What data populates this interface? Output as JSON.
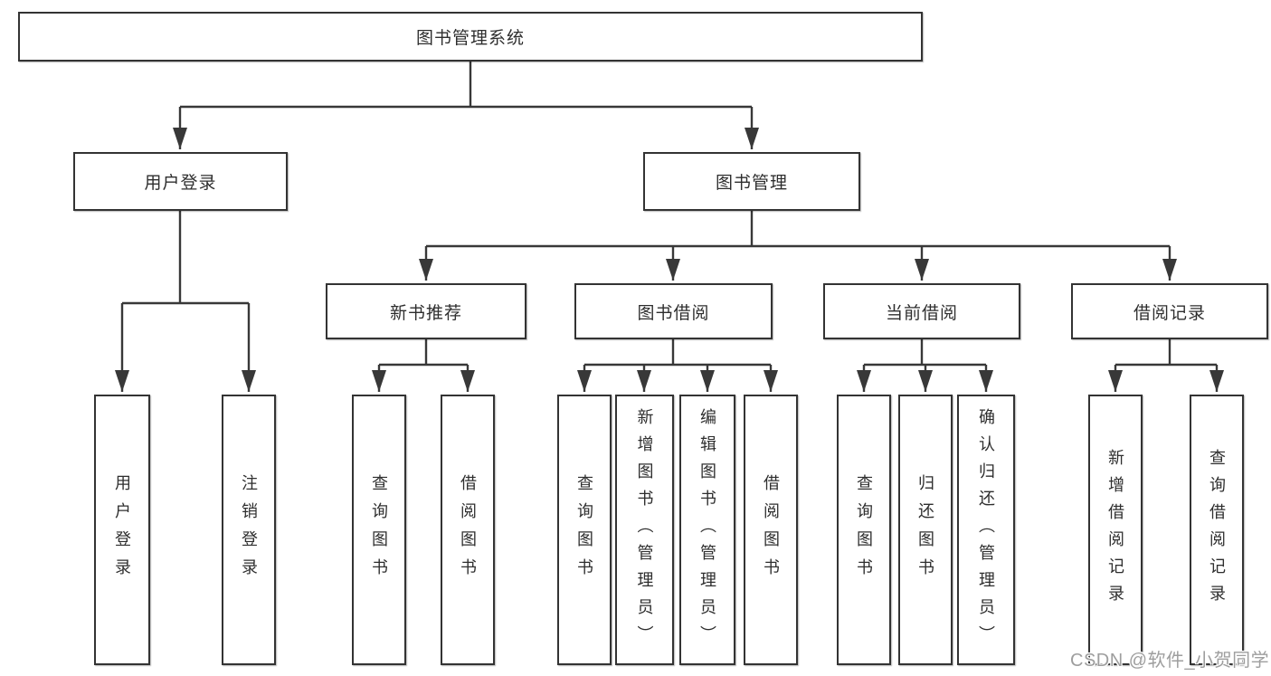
{
  "title": "图书管理系统",
  "colors": {
    "line": "#383838",
    "box_border": "#333333",
    "text": "#2e2e2e",
    "watermark": "#9e9e9e",
    "background": "#ffffff"
  },
  "diagram": {
    "root": {
      "label": "图书管理系统"
    },
    "branches": [
      {
        "label": "用户登录",
        "children": [
          {
            "label": "用户登录"
          },
          {
            "label": "注销登录"
          }
        ]
      },
      {
        "label": "图书管理",
        "children": [
          {
            "label": "新书推荐",
            "children": [
              {
                "label": "查询图书"
              },
              {
                "label": "借阅图书"
              }
            ]
          },
          {
            "label": "图书借阅",
            "children": [
              {
                "label": "查询图书"
              },
              {
                "label": "新增图书（管理员）"
              },
              {
                "label": "编辑图书（管理员）"
              },
              {
                "label": "借阅图书"
              }
            ]
          },
          {
            "label": "当前借阅",
            "children": [
              {
                "label": "查询图书"
              },
              {
                "label": "归还图书"
              },
              {
                "label": "确认归还（管理员）"
              }
            ]
          },
          {
            "label": "借阅记录",
            "children": [
              {
                "label": "新增借阅记录"
              },
              {
                "label": "查询借阅记录"
              }
            ]
          }
        ]
      }
    ]
  },
  "watermark": {
    "text": "CSDN @软件_小贺同学"
  }
}
